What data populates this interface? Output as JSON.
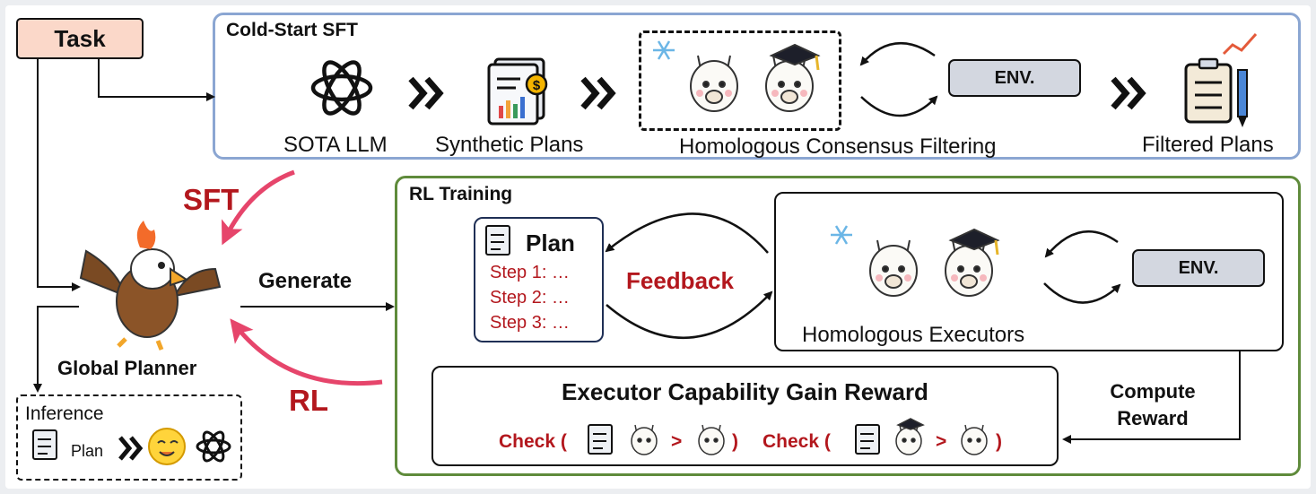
{
  "task": "Task",
  "cold_start": {
    "title": "Cold-Start SFT",
    "sota_llm": "SOTA LLM",
    "synthetic_plans": "Synthetic Plans",
    "consensus": "Homologous Consensus Filtering",
    "env": "ENV.",
    "filtered_plans": "Filtered Plans"
  },
  "planner": {
    "sft": "SFT",
    "rl": "RL",
    "generate": "Generate",
    "label": "Global Planner"
  },
  "inference": {
    "title": "Inference",
    "plan": "Plan"
  },
  "rl_training": {
    "title": "RL Training",
    "plan_title": "Plan",
    "steps": [
      "Step 1: …",
      "Step 2: …",
      "Step 3: …"
    ],
    "feedback": "Feedback",
    "executors": "Homologous Executors",
    "env": "ENV.",
    "compute_reward_1": "Compute",
    "compute_reward_2": "Reward",
    "reward_title": "Executor Capability Gain Reward",
    "check": "Check (",
    "gt": ">",
    "close": ")"
  }
}
